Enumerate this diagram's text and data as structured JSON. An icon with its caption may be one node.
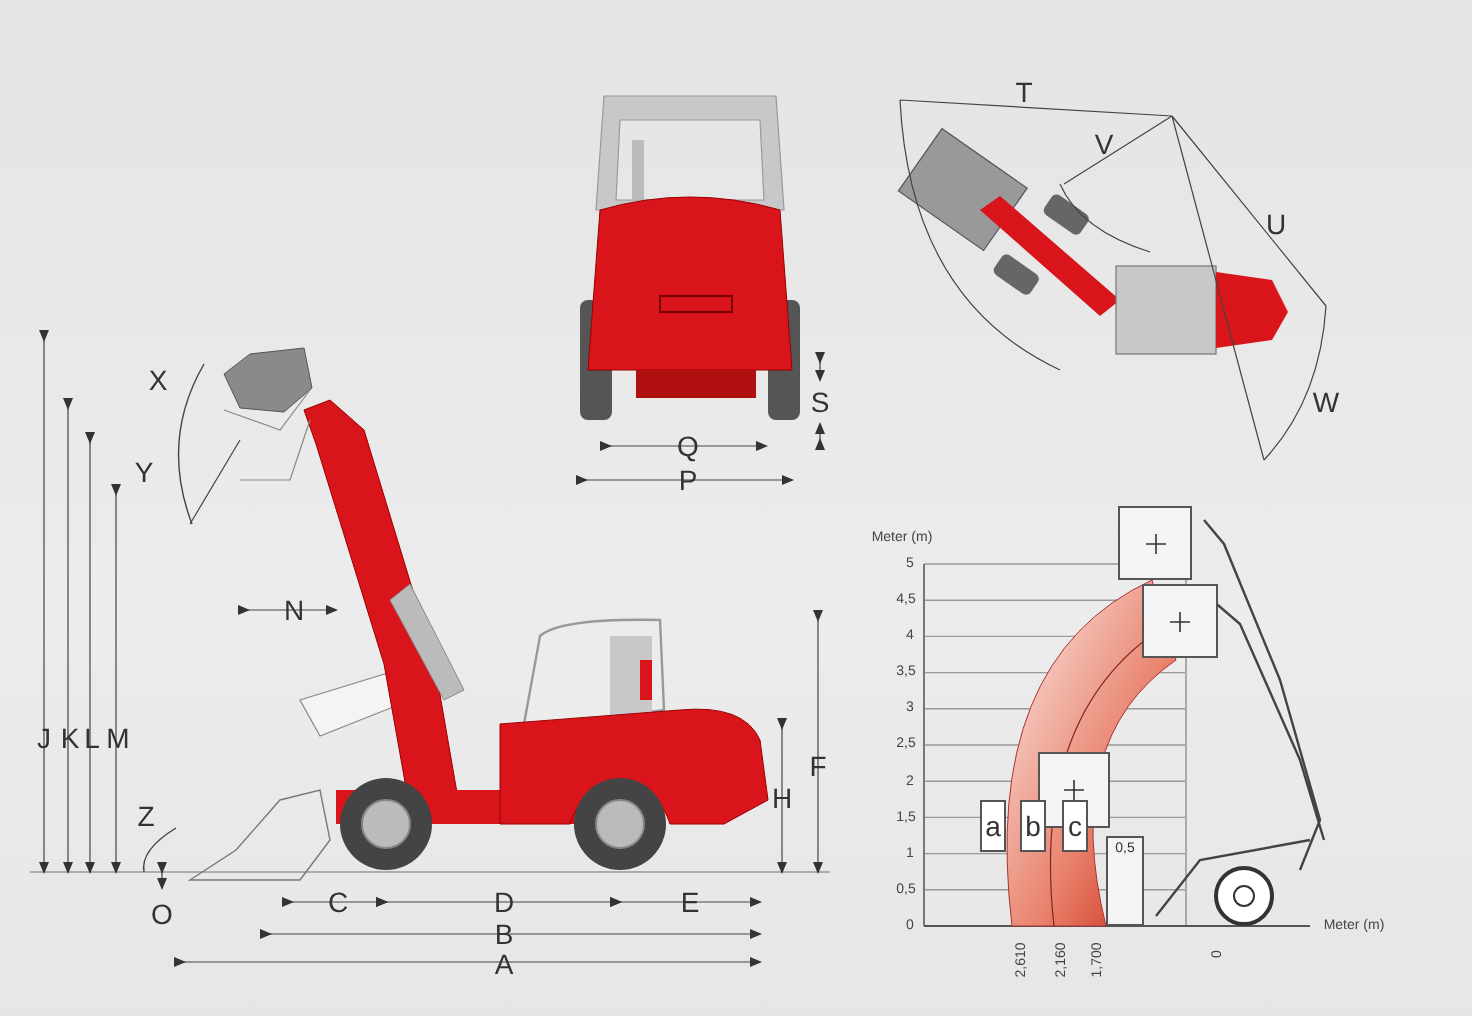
{
  "diagram": {
    "nodes": [
      {
        "text": [],
        "shape": "box"
      },
      {
        "text": [],
        "shape": "box"
      },
      {
        "text": [],
        "shape": "box"
      },
      {
        "text": [
          "a"
        ]
      },
      {
        "text": [
          "b"
        ]
      },
      {
        "text": [
          "c"
        ]
      },
      {
        "text": [
          "0,5"
        ]
      }
    ],
    "labels": [
      "T",
      "V",
      "U",
      "S",
      "Q",
      "P",
      "W",
      "X",
      "Y",
      "N",
      "J",
      "K",
      "L",
      "M",
      "F",
      "H",
      "Z",
      "O",
      "C",
      "D",
      "E",
      "B",
      "A",
      "Meter (m)",
      "5",
      "4,5",
      "4",
      "3,5",
      "3",
      "2,5",
      "2",
      "1,5",
      "1",
      "0,5",
      "0",
      "Meter (m)",
      "2,610",
      "2,160",
      "1,700",
      "0"
    ]
  }
}
